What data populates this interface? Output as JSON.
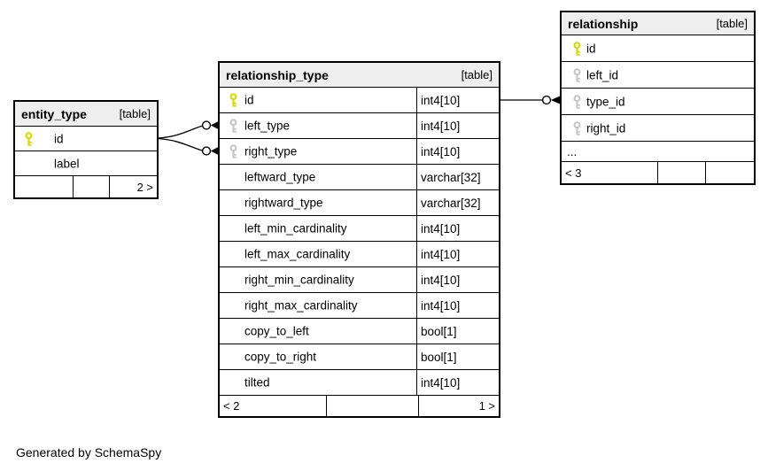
{
  "note": "Generated by SchemaSpy",
  "colors": {
    "primary_key": "#d9d900",
    "foreign_key": "#c6c6c6",
    "header_bg": "#eeeeee",
    "border": "#000000"
  },
  "tables": {
    "entity_type": {
      "name": "entity_type",
      "tag": "[table]",
      "rows": [
        {
          "name": "id",
          "icon": "primary-key"
        },
        {
          "name": "label",
          "icon": ""
        }
      ],
      "footer": {
        "left": "",
        "middle": "",
        "right": "2 >"
      }
    },
    "relationship_type": {
      "name": "relationship_type",
      "tag": "[table]",
      "rows": [
        {
          "name": "id",
          "type": "int4[10]",
          "icon": "primary-key"
        },
        {
          "name": "left_type",
          "type": "int4[10]",
          "icon": "foreign-key"
        },
        {
          "name": "right_type",
          "type": "int4[10]",
          "icon": "foreign-key"
        },
        {
          "name": "leftward_type",
          "type": "varchar[32]",
          "icon": ""
        },
        {
          "name": "rightward_type",
          "type": "varchar[32]",
          "icon": ""
        },
        {
          "name": "left_min_cardinality",
          "type": "int4[10]",
          "icon": ""
        },
        {
          "name": "left_max_cardinality",
          "type": "int4[10]",
          "icon": ""
        },
        {
          "name": "right_min_cardinality",
          "type": "int4[10]",
          "icon": ""
        },
        {
          "name": "right_max_cardinality",
          "type": "int4[10]",
          "icon": ""
        },
        {
          "name": "copy_to_left",
          "type": "bool[1]",
          "icon": ""
        },
        {
          "name": "copy_to_right",
          "type": "bool[1]",
          "icon": ""
        },
        {
          "name": "tilted",
          "type": "int4[10]",
          "icon": ""
        }
      ],
      "footer": {
        "left": "< 2",
        "middle": "",
        "right": "1 >"
      }
    },
    "relationship": {
      "name": "relationship",
      "tag": "[table]",
      "rows": [
        {
          "name": "id",
          "icon": "primary-key"
        },
        {
          "name": "left_id",
          "icon": "foreign-key"
        },
        {
          "name": "type_id",
          "icon": "foreign-key"
        },
        {
          "name": "right_id",
          "icon": "foreign-key"
        }
      ],
      "more_label": "...",
      "footer": {
        "left": "< 3",
        "middle": "",
        "right": ""
      }
    }
  },
  "relationships": [
    {
      "from": "entity_type.id",
      "to": "relationship_type.left_type"
    },
    {
      "from": "entity_type.id",
      "to": "relationship_type.right_type"
    },
    {
      "from": "relationship_type.id",
      "to": "relationship.type_id"
    }
  ]
}
